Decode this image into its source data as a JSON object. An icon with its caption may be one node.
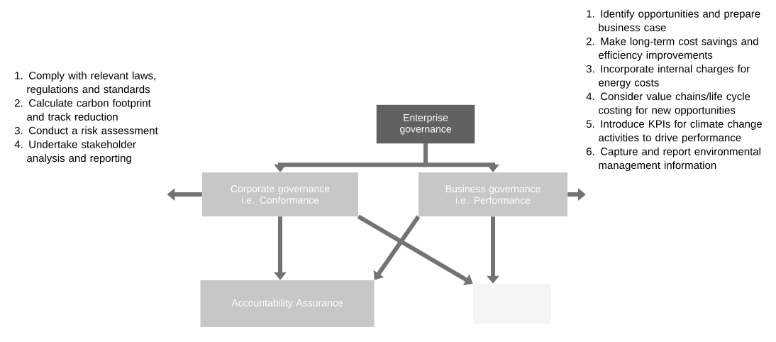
{
  "diagram": {
    "nodes": [
      {
        "text": [
          "Enterprise governance"
        ]
      },
      {
        "text": [
          "Corporate governance i.e. Conformance"
        ]
      },
      {
        "text": [
          "Business governance i.e. Performance"
        ]
      },
      {
        "text": [
          "Accountability Assurance"
        ]
      },
      {
        "text": [],
        "shape": "box"
      },
      {
        "text": [
          "1. Comply with relevant laws, regulations and standards",
          "2. Calculate carbon footprint and track reduction",
          "3. Conduct a risk assessment",
          "4. Undertake stakeholder analysis and reporting"
        ]
      },
      {
        "text": [
          "1. Identify opportunities and prepare business case",
          "2. Make long-term cost savings and efficiency improvements",
          "3. Incorporate internal charges for energy costs",
          "4. Consider value chains/life cycle costing for new opportunities",
          "5. Introduce KPIs for climate change activities to drive performance",
          "6. Capture and report environmental management information"
        ]
      }
    ],
    "edges": [
      {
        "from": 0,
        "to": 1,
        "arrow": "to"
      },
      {
        "from": 0,
        "to": 2,
        "arrow": "to"
      },
      {
        "from": 1,
        "to": 5,
        "arrow": "to"
      },
      {
        "from": 2,
        "to": 6,
        "arrow": "to"
      },
      {
        "from": 1,
        "to": 3,
        "arrow": "to"
      },
      {
        "from": 2,
        "to": 3,
        "arrow": "to"
      },
      {
        "from": 1,
        "to": 4,
        "arrow": "to"
      },
      {
        "from": 2,
        "to": 4,
        "arrow": "to"
      }
    ]
  }
}
